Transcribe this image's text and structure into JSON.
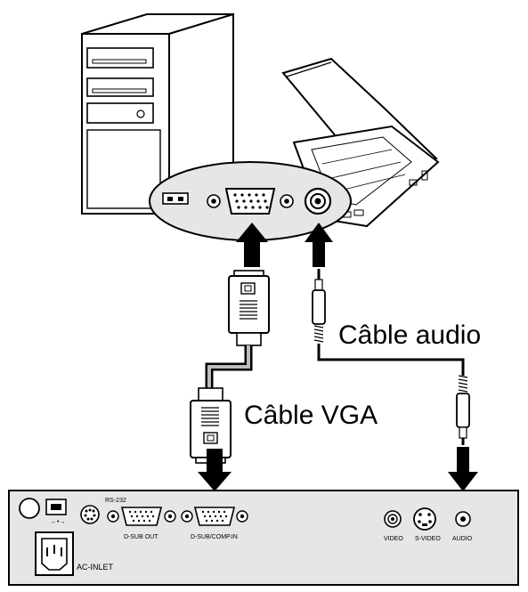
{
  "labels": {
    "vga_cable": "Câble VGA",
    "audio_cable": "Câble audio"
  },
  "panel": {
    "rs232": "RS-232",
    "usb_symbol": "←•→",
    "dsub_out": "D-SUB OUT",
    "dsub_comp_in": "D-SUB/COMP.IN",
    "video": "VIDEO",
    "svideo": "S-VIDEO",
    "audio": "AUDIO",
    "ac_inlet": "AC-INLET"
  }
}
